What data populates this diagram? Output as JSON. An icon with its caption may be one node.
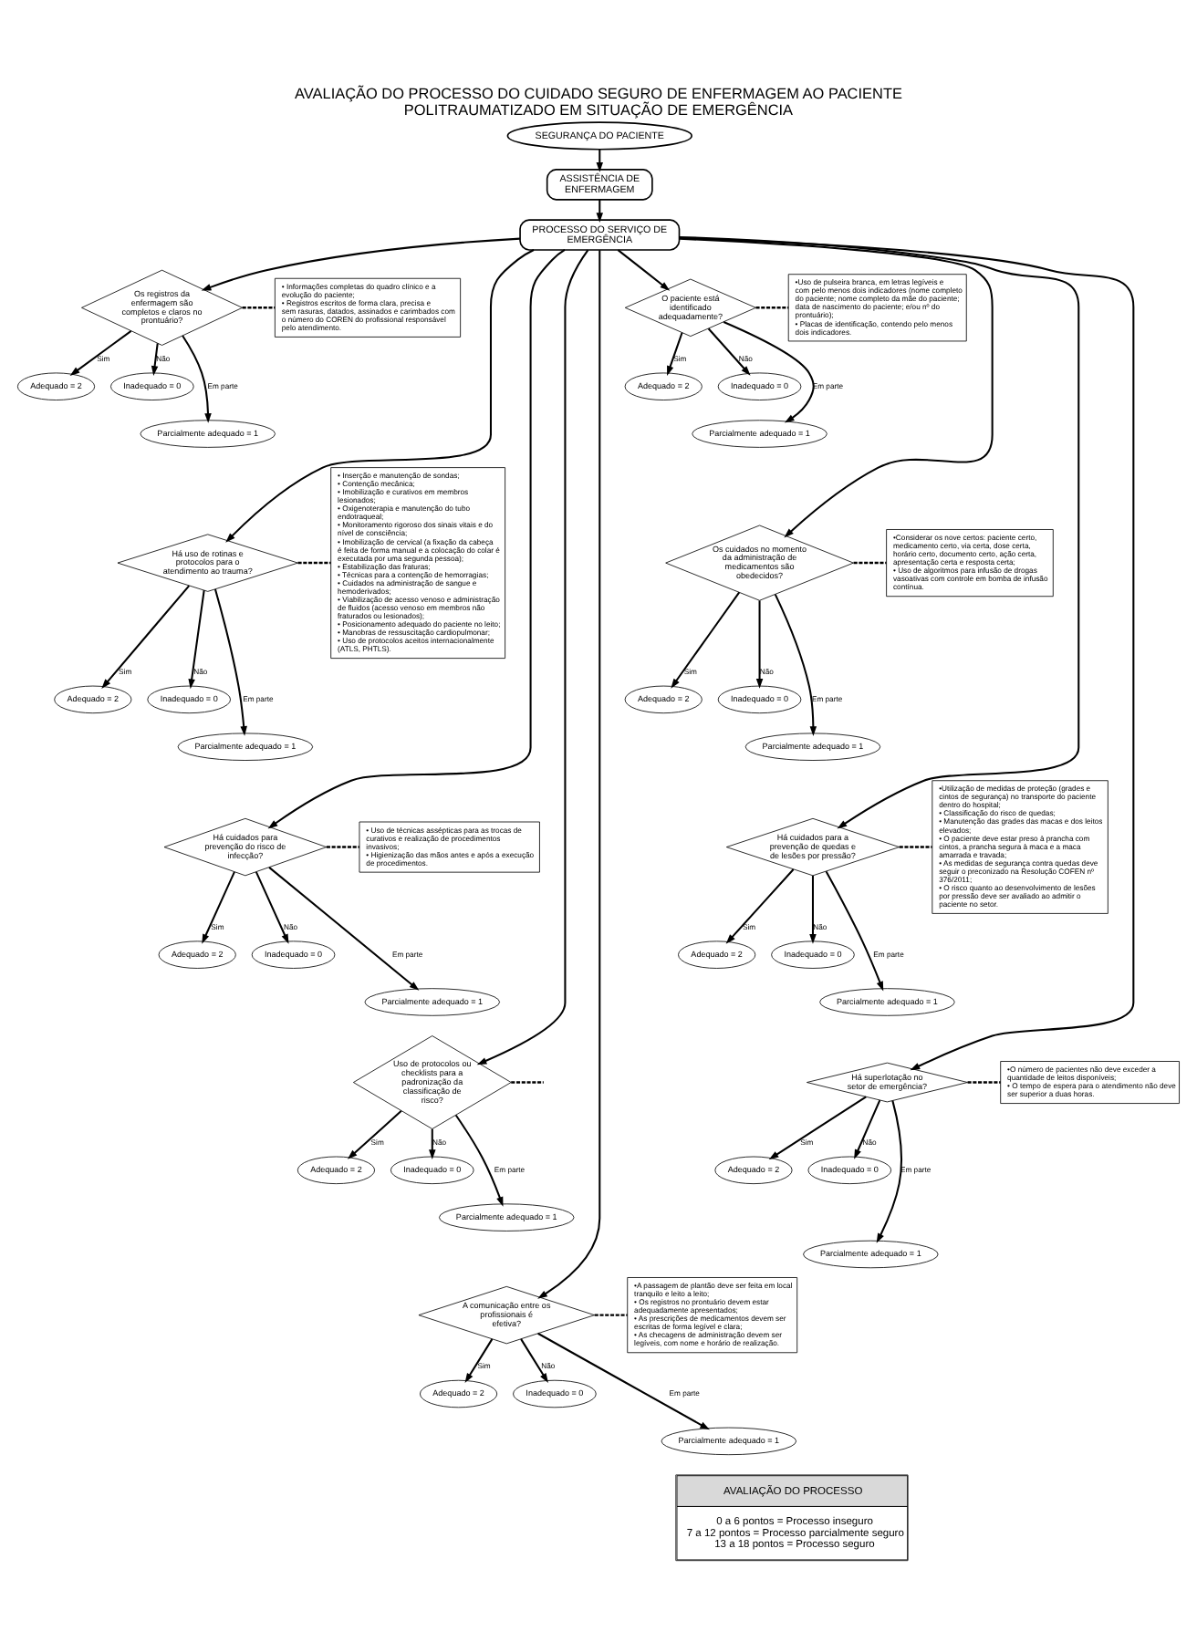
{
  "diagram": {
    "title": "AVALIAÇÃO DO PROCESSO DO CUIDADO SEGURO DE ENFERMAGEM AO PACIENTE POLITRAUMATIZADO EM SITUAÇÃO DE EMERGÊNCIA",
    "nodes": [
      {
        "text": [
          "SEGURANÇA DO PACIENTE"
        ]
      },
      {
        "text": [
          "ASSISTÊNCIA DE ENFERMAGEM"
        ]
      },
      {
        "text": [
          "PROCESSO DO SERVIÇO DE EMERGÊNCIA"
        ]
      },
      {
        "text": [
          "Os registros da enfermagem são completos e claros no prontuário?"
        ]
      },
      {
        "text": [
          "• Informações completas do quadro clínico e a evolução do paciente;",
          "• Registros escritos de forma clara, precisa e sem rasuras, datados, assinados e carimbados com o número do COREN do profissional responsável pelo atendimento."
        ]
      },
      {
        "text": [
          "Adequado = 2"
        ]
      },
      {
        "text": [
          "Inadequado = 0"
        ]
      },
      {
        "text": [
          "Parcialmente adequado = 1"
        ]
      },
      {
        "text": [
          "Há uso de rotinas e protocolos para o atendimento ao trauma?"
        ]
      },
      {
        "text": [
          "• Inserção e manutenção de sondas;",
          "• Contenção mecânica;",
          "• Imobilização e curativos em membros lesionados;",
          "• Oxigenoterapia e manutenção do tubo endotraqueal;",
          "• Monitoramento rigoroso dos sinais vitais e do nível de consciência;",
          "• Imobilização de cervical (a fixação da cabeça é feita de forma manual e a colocação do colar é executada por uma segunda pessoa);",
          "• Estabilização das fraturas;",
          "• Técnicas para a contenção de hemorragias;",
          "• Cuidados na administração de sangue e hemoderivados;",
          "• Viabilização de acesso venoso e administração de fluidos (acesso venoso em membros não fraturados ou lesionados);",
          "• Posicionamento adequado do paciente no leito;",
          "• Manobras de ressuscitação cardiopulmonar;",
          "• Uso de protocolos aceitos internacionalmente (ATLS, PHTLS)."
        ]
      },
      {
        "text": [
          "Adequado = 2"
        ]
      },
      {
        "text": [
          "Inadequado = 0"
        ]
      },
      {
        "text": [
          "Parcialmente adequado = 1"
        ]
      },
      {
        "text": [
          "Há cuidados para prevenção do risco de infecção?"
        ]
      },
      {
        "text": [
          "• Uso de técnicas assépticas para as trocas de curativos e realização de procedimentos invasivos;",
          "• Higienização das mãos antes e após a execução de procedimentos."
        ]
      },
      {
        "text": [
          "Adequado = 2"
        ]
      },
      {
        "text": [
          "Inadequado = 0"
        ]
      },
      {
        "text": [
          "Parcialmente adequado = 1"
        ]
      },
      {
        "text": [
          "Uso de protocolos ou checklists para a padronização da classificação de risco?"
        ]
      },
      {
        "text": [
          "Adequado = 2"
        ]
      },
      {
        "text": [
          "Inadequado = 0"
        ]
      },
      {
        "text": [
          "Parcialmente adequado = 1"
        ]
      },
      {
        "text": [
          "A comunicação entre os profissionais é efetiva?"
        ]
      },
      {
        "text": [
          "•A passagem de plantão deve ser feita em local tranquilo e leito a leito;",
          "• Os registros no prontuário devem estar adequadamente apresentados;",
          "• As prescrições de medicamentos devem ser escritas de forma legível e clara;",
          "• As checagens de administração devem ser legíveis, com nome e horário de realização."
        ]
      },
      {
        "text": [
          "Adequado = 2"
        ]
      },
      {
        "text": [
          "Inadequado = 0"
        ]
      },
      {
        "text": [
          "Parcialmente adequado = 1"
        ]
      },
      {
        "text": [
          "O paciente está identificado adequadamente?"
        ]
      },
      {
        "text": [
          "•Uso de pulseira branca, em letras legíveis e com pelo menos dois indicadores (nome completo do paciente; nome completo da mãe do paciente; data de nascimento do paciente; e/ou nº do prontuário);",
          "• Placas de identificação, contendo pelo menos dois indicadores."
        ]
      },
      {
        "text": [
          "Adequado = 2"
        ]
      },
      {
        "text": [
          "Inadequado = 0"
        ]
      },
      {
        "text": [
          "Parcialmente adequado = 1"
        ]
      },
      {
        "text": [
          "Os cuidados no momento da administração de medicamentos são obedecidos?"
        ]
      },
      {
        "text": [
          "•Considerar os nove certos: paciente certo, medicamento certo, via certa, dose certa, horário certo, documento certo, ação certa, apresentação certa e resposta certa;",
          "• Uso de algoritmos para infusão de drogas vasoativas com controle em bomba de infusão contínua."
        ]
      },
      {
        "text": [
          "Adequado = 2"
        ]
      },
      {
        "text": [
          "Inadequado = 0"
        ]
      },
      {
        "text": [
          "Parcialmente adequado = 1"
        ]
      },
      {
        "text": [
          "Há cuidados para a prevenção de quedas e de lesões por pressão?"
        ]
      },
      {
        "text": [
          "•Utilização de medidas de proteção (grades e cintos de segurança) no transporte do paciente dentro do hospital;",
          "• Classificação do risco de quedas;",
          "• Manutenção das grades das macas e dos leitos elevados;",
          "• O paciente deve estar preso à prancha com cintos, a prancha segura à maca e a maca amarrada e travada;",
          "• As medidas de segurança contra quedas deve seguir o preconizado na Resolução COFEN nº 376/2011;",
          "• O risco quanto ao desenvolvimento de lesões por pressão deve ser avaliado ao admitir o paciente no setor."
        ]
      },
      {
        "text": [
          "Adequado = 2"
        ]
      },
      {
        "text": [
          "Inadequado = 0"
        ]
      },
      {
        "text": [
          "Parcialmente adequado = 1"
        ]
      },
      {
        "text": [
          "Há superlotação no setor de emergência?"
        ]
      },
      {
        "text": [
          "•O número de pacientes não deve exceder a quantidade de leitos disponíveis;",
          "• O tempo de espera para o atendimento não deve ser superior a duas horas."
        ]
      },
      {
        "text": [
          "Adequado = 2"
        ]
      },
      {
        "text": [
          "Inadequado = 0"
        ]
      },
      {
        "text": [
          "Parcialmente adequado = 1"
        ]
      },
      {
        "text": [
          "AVALIAÇÃO DO PROCESSO",
          "0 a 6 pontos = Processo inseguro",
          "7 a 12 pontos = Processo parcialmente seguro",
          "13 a 18 pontos = Processo seguro"
        ]
      }
    ],
    "edges": [
      {
        "from": 0,
        "to": 1,
        "arrow": "to"
      },
      {
        "from": 1,
        "to": 2,
        "arrow": "to"
      },
      {
        "from": 2,
        "to": 3,
        "arrow": "to"
      },
      {
        "from": 3,
        "to": 4,
        "arrow": "none",
        "style": "dashed"
      },
      {
        "from": 3,
        "to": 5,
        "arrow": "to",
        "label": "Sim"
      },
      {
        "from": 3,
        "to": 6,
        "arrow": "to",
        "label": "Não"
      },
      {
        "from": 3,
        "to": 7,
        "arrow": "to",
        "label": "Em parte"
      },
      {
        "from": 2,
        "to": 8,
        "arrow": "to"
      },
      {
        "from": 8,
        "to": 9,
        "arrow": "none",
        "style": "dashed"
      },
      {
        "from": 8,
        "to": 10,
        "arrow": "to",
        "label": "Sim"
      },
      {
        "from": 8,
        "to": 11,
        "arrow": "to",
        "label": "Não"
      },
      {
        "from": 8,
        "to": 12,
        "arrow": "to",
        "label": "Em parte"
      },
      {
        "from": 2,
        "to": 13,
        "arrow": "to"
      },
      {
        "from": 13,
        "to": 14,
        "arrow": "none",
        "style": "dashed"
      },
      {
        "from": 13,
        "to": 15,
        "arrow": "to",
        "label": "Sim"
      },
      {
        "from": 13,
        "to": 16,
        "arrow": "to",
        "label": "Não"
      },
      {
        "from": 13,
        "to": 17,
        "arrow": "to",
        "label": "Em parte"
      },
      {
        "from": 2,
        "to": 18,
        "arrow": "to"
      },
      {
        "from": 18,
        "to": null,
        "arrow": "none",
        "style": "dashed"
      },
      {
        "from": 18,
        "to": 19,
        "arrow": "to",
        "label": "Sim"
      },
      {
        "from": 18,
        "to": 20,
        "arrow": "to",
        "label": "Não"
      },
      {
        "from": 18,
        "to": 21,
        "arrow": "to",
        "label": "Em parte"
      },
      {
        "from": 2,
        "to": 22,
        "arrow": "to"
      },
      {
        "from": 22,
        "to": 23,
        "arrow": "none",
        "style": "dashed"
      },
      {
        "from": 22,
        "to": 24,
        "arrow": "to",
        "label": "Sim"
      },
      {
        "from": 22,
        "to": 25,
        "arrow": "to",
        "label": "Não"
      },
      {
        "from": 22,
        "to": 26,
        "arrow": "to",
        "label": "Em parte"
      },
      {
        "from": 2,
        "to": 27,
        "arrow": "to"
      },
      {
        "from": 27,
        "to": 28,
        "arrow": "none",
        "style": "dashed"
      },
      {
        "from": 27,
        "to": 29,
        "arrow": "to",
        "label": "Sim"
      },
      {
        "from": 27,
        "to": 30,
        "arrow": "to",
        "label": "Não"
      },
      {
        "from": 27,
        "to": 31,
        "arrow": "to",
        "label": "Em parte"
      },
      {
        "from": 2,
        "to": 32,
        "arrow": "to"
      },
      {
        "from": 32,
        "to": 33,
        "arrow": "none",
        "style": "dashed"
      },
      {
        "from": 32,
        "to": 34,
        "arrow": "to",
        "label": "Sim"
      },
      {
        "from": 32,
        "to": 35,
        "arrow": "to",
        "label": "Não"
      },
      {
        "from": 32,
        "to": 36,
        "arrow": "to",
        "label": "Em parte"
      },
      {
        "from": 2,
        "to": 37,
        "arrow": "to"
      },
      {
        "from": 37,
        "to": 38,
        "arrow": "none",
        "style": "dashed"
      },
      {
        "from": 37,
        "to": 39,
        "arrow": "to",
        "label": "Sim"
      },
      {
        "from": 37,
        "to": 40,
        "arrow": "to",
        "label": "Não"
      },
      {
        "from": 37,
        "to": 41,
        "arrow": "to",
        "label": "Em parte"
      },
      {
        "from": 2,
        "to": 42,
        "arrow": "to"
      },
      {
        "from": 42,
        "to": 43,
        "arrow": "none",
        "style": "dashed"
      },
      {
        "from": 42,
        "to": 44,
        "arrow": "to",
        "label": "Sim"
      },
      {
        "from": 42,
        "to": 45,
        "arrow": "to",
        "label": "Não"
      },
      {
        "from": 42,
        "to": 46,
        "arrow": "to",
        "label": "Em parte"
      }
    ]
  }
}
